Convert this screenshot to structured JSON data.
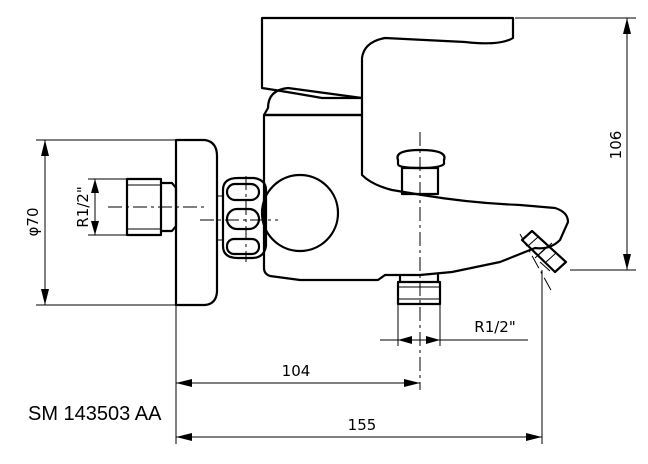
{
  "product_code": "SM 143503 AA",
  "dimensions": {
    "height": "106",
    "diameter": "φ70",
    "inlet_thread": "R1/2\"",
    "outlet_thread": "R1/2\"",
    "center_offset": "104",
    "total_length": "155"
  }
}
